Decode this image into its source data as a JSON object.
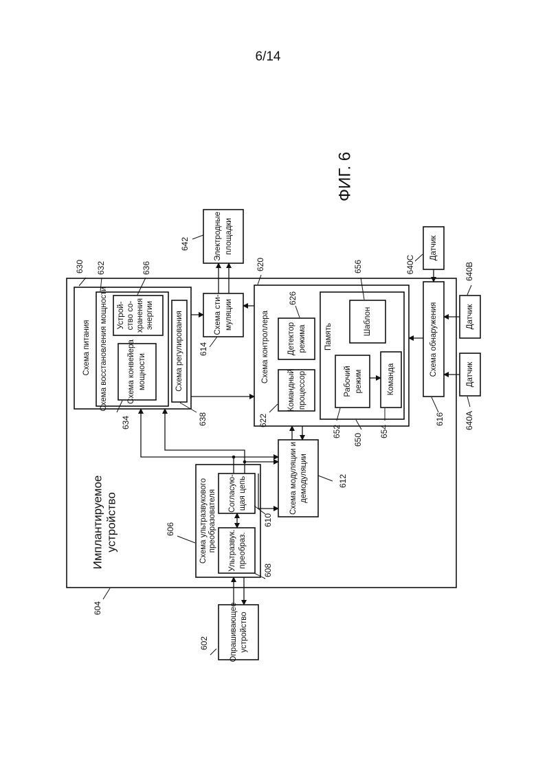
{
  "page_number": "6/14",
  "figure_label": "ФИГ. 6",
  "device": {
    "label_line1": "Имплантируемое",
    "label_line2": "устройство",
    "ref": "604"
  },
  "interrogator": {
    "line1": "Опрашивающее",
    "line2": "устройство",
    "ref": "602"
  },
  "ultrasound_circuit": {
    "line1": "Схема ультразвукового",
    "line2": "преобразователя",
    "ref": "606"
  },
  "transducer": {
    "line1": "Ультразвук.",
    "line2": "преобраз.",
    "ref": "608"
  },
  "matching": {
    "line1": "Согласую-",
    "line2": "щая цепь",
    "ref": "610"
  },
  "modem": {
    "line1": "Схема модуляции и",
    "line2": "демодуляции",
    "ref": "612"
  },
  "stimulation": {
    "line1": "Схема сти-",
    "line2": "муляции",
    "ref": "614"
  },
  "detection": {
    "label": "Схема обнаружения",
    "ref": "616"
  },
  "controller": {
    "label": "Схема контроллера",
    "ref": "620"
  },
  "command_processor": {
    "line1": "Командный",
    "line2": "процессор",
    "ref": "622"
  },
  "mode_detector": {
    "line1": "Детектор",
    "line2": "режима",
    "ref": "626"
  },
  "power": {
    "label": "Схема питания",
    "ref": "630"
  },
  "power_recovery": {
    "label": "Схема восстановления мощности",
    "ref": "632"
  },
  "power_converter": {
    "line1": "Схема конвейера",
    "line2": "мощности",
    "ref": "634"
  },
  "energy_storage": {
    "line1": "Устрой-",
    "line2": "ство со-",
    "line3": "хранения",
    "line4": "энергии",
    "ref": "636"
  },
  "regulation": {
    "label": "Схема регулирования",
    "ref": "638"
  },
  "sensors": [
    {
      "label": "Датчик",
      "ref": "640A"
    },
    {
      "label": "Датчик",
      "ref": "640B"
    },
    {
      "label": "Датчик",
      "ref": "640C"
    }
  ],
  "electrode_pads": {
    "line1": "Электродные",
    "line2": "площадки",
    "ref": "642"
  },
  "memory": {
    "label": "Память",
    "ref": "650"
  },
  "operating_mode": {
    "line1": "Рабочий",
    "line2": "режим",
    "ref": "652"
  },
  "command": {
    "label": "Команда",
    "ref": "654"
  },
  "template": {
    "label": "Шаблон",
    "ref": "656"
  }
}
